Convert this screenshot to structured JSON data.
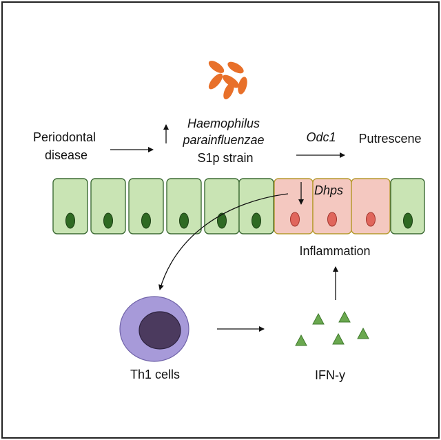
{
  "labels": {
    "periodontal_line1": "Periodontal",
    "periodontal_line2": "disease",
    "bacteria_line1": "Haemophilus",
    "bacteria_line2": "parainfluenzae",
    "bacteria_line3": "S1p strain",
    "odc1": "Odc1",
    "putrescene": "Putrescene",
    "dhps": "Dhps",
    "inflammation": "Inflammation",
    "th1": "Th1 cells",
    "ifn": "IFN-y"
  },
  "colors": {
    "frame": "#222222",
    "healthy_cell_fill": "#c9e4b4",
    "healthy_cell_stroke": "#3d6b35",
    "healthy_nucleus": "#2f6a23",
    "inflamed_cell_fill": "#f4c8c0",
    "inflamed_cell_stroke": "#b59a2e",
    "inflamed_nucleus": "#e0665c",
    "bacteria": "#e8702a",
    "th1_outer": "#a79ad9",
    "th1_nucleus": "#4b3a5e",
    "ifn_triangle": "#6aa84f"
  },
  "icons": [
    "bacteria-icon",
    "th1-cell-icon",
    "ifn-gamma-icon"
  ]
}
